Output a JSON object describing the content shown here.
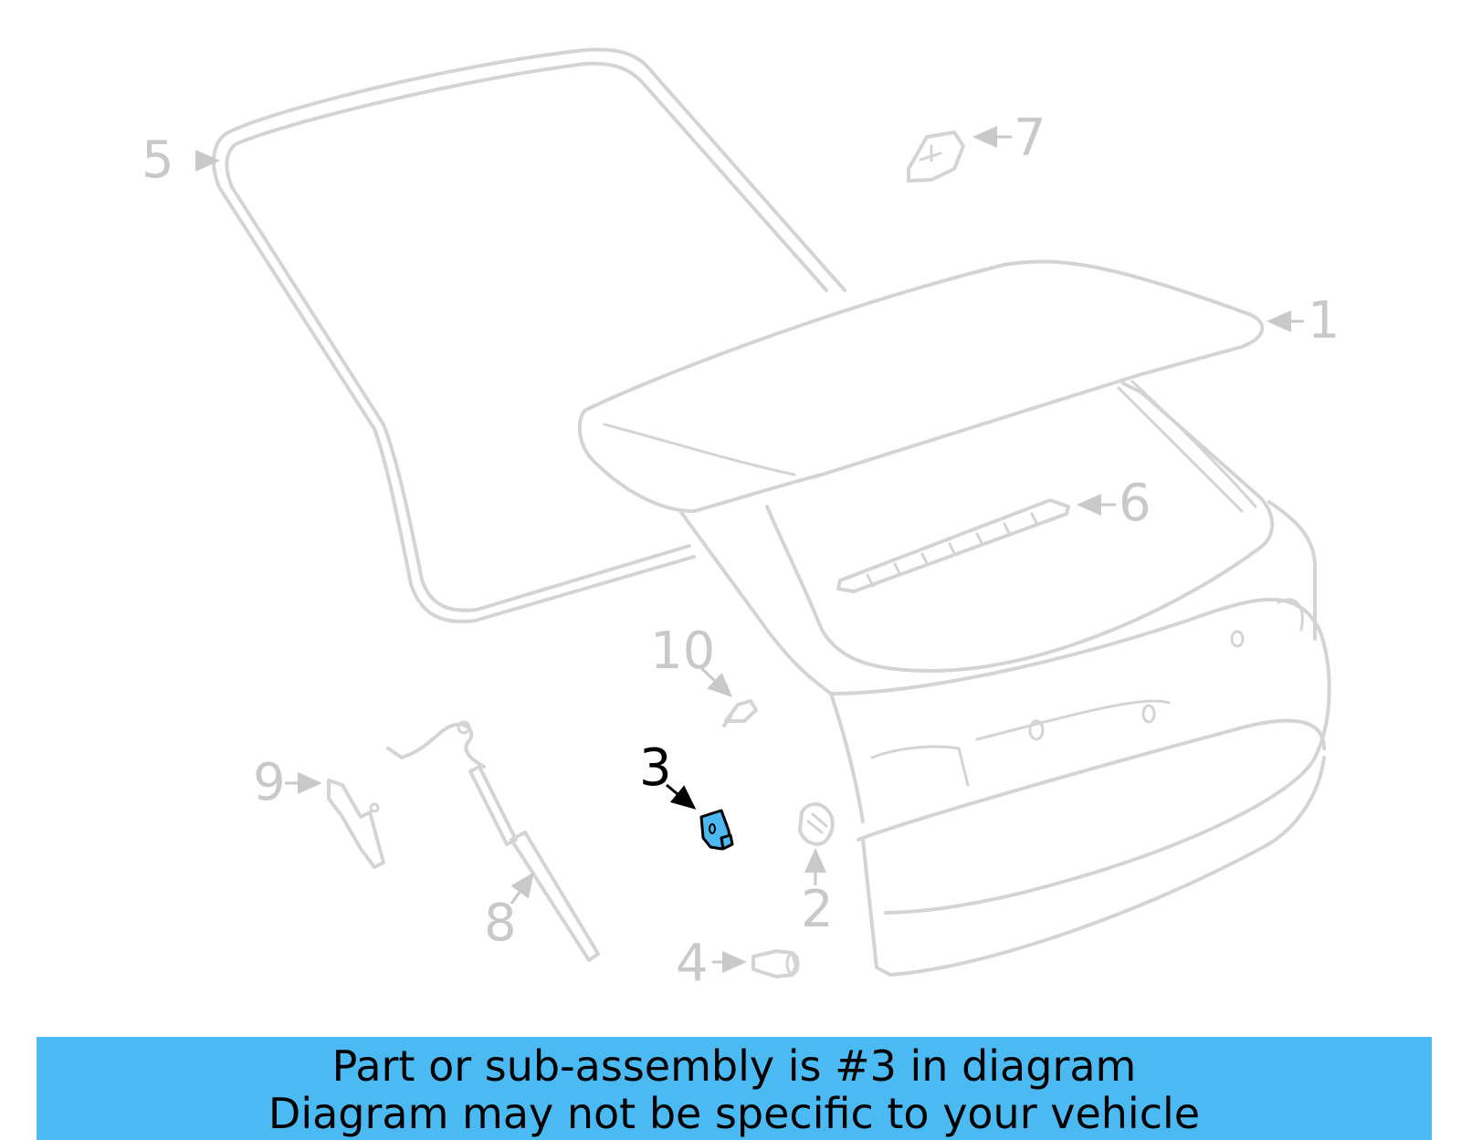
{
  "diagram": {
    "callouts": [
      {
        "id": "1",
        "label": "1",
        "highlighted": false
      },
      {
        "id": "2",
        "label": "2",
        "highlighted": false
      },
      {
        "id": "3",
        "label": "3",
        "highlighted": true
      },
      {
        "id": "4",
        "label": "4",
        "highlighted": false
      },
      {
        "id": "5",
        "label": "5",
        "highlighted": false
      },
      {
        "id": "6",
        "label": "6",
        "highlighted": false
      },
      {
        "id": "7",
        "label": "7",
        "highlighted": false
      },
      {
        "id": "8",
        "label": "8",
        "highlighted": false
      },
      {
        "id": "9",
        "label": "9",
        "highlighted": false
      },
      {
        "id": "10",
        "label": "10",
        "highlighted": false
      }
    ],
    "highlight_color": "#4db8ef",
    "part_line_color": "#d4d4d4"
  },
  "banner": {
    "line1": "Part or sub-assembly is #3 in diagram",
    "line2": "Diagram may not be specific to your vehicle",
    "background": "#4bb9f2"
  }
}
